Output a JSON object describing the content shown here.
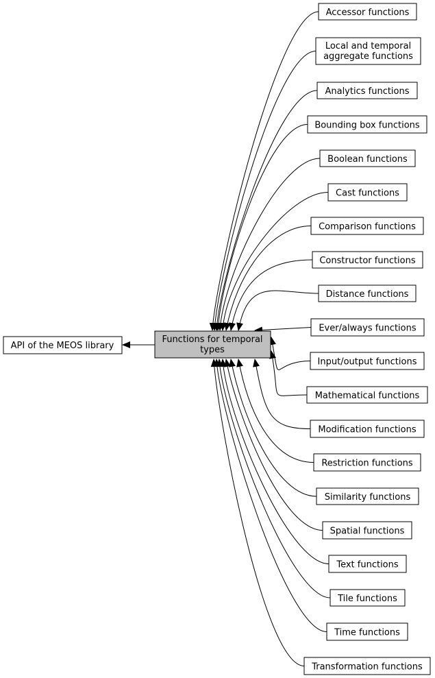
{
  "diagram": {
    "parent": {
      "label": "API of the MEOS library"
    },
    "center": {
      "label_lines": [
        "Functions for temporal",
        "types"
      ]
    },
    "children": [
      {
        "label_lines": [
          "Accessor functions"
        ]
      },
      {
        "label_lines": [
          "Local and temporal",
          "aggregate functions"
        ]
      },
      {
        "label_lines": [
          "Analytics functions"
        ]
      },
      {
        "label_lines": [
          "Bounding box functions"
        ]
      },
      {
        "label_lines": [
          "Boolean functions"
        ]
      },
      {
        "label_lines": [
          "Cast functions"
        ]
      },
      {
        "label_lines": [
          "Comparison functions"
        ]
      },
      {
        "label_lines": [
          "Constructor functions"
        ]
      },
      {
        "label_lines": [
          "Distance functions"
        ]
      },
      {
        "label_lines": [
          "Ever/always functions"
        ]
      },
      {
        "label_lines": [
          "Input/output functions"
        ]
      },
      {
        "label_lines": [
          "Mathematical functions"
        ]
      },
      {
        "label_lines": [
          "Modification functions"
        ]
      },
      {
        "label_lines": [
          "Restriction functions"
        ]
      },
      {
        "label_lines": [
          "Similarity functions"
        ]
      },
      {
        "label_lines": [
          "Spatial functions"
        ]
      },
      {
        "label_lines": [
          "Text functions"
        ]
      },
      {
        "label_lines": [
          "Tile functions"
        ]
      },
      {
        "label_lines": [
          "Time functions"
        ]
      },
      {
        "label_lines": [
          "Transformation functions"
        ]
      }
    ],
    "colors": {
      "center_fill": "#bfbfbf",
      "node_fill": "#ffffff",
      "stroke": "#000000"
    }
  }
}
